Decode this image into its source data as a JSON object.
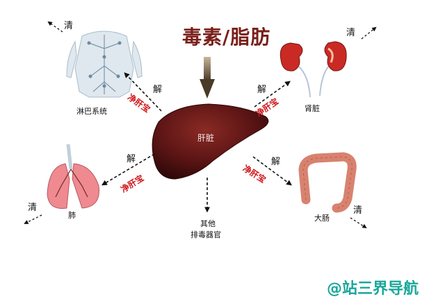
{
  "title": "毒素/脂肪",
  "center": {
    "label": "肝脏"
  },
  "organs": {
    "lymph": "淋巴系统",
    "kidney": "肾脏",
    "lung": "肺",
    "intestine": "大肠",
    "other_line1": "其他",
    "other_line2": "排毒器官"
  },
  "actions": {
    "detox": "解",
    "clear": "清"
  },
  "stamp": "净肝宝",
  "watermark": "@站三界导航",
  "colors": {
    "title": "#7a1f1a",
    "liver": "#5a1414",
    "stamp": "#d0181c",
    "watermark": "#1aa79a"
  }
}
